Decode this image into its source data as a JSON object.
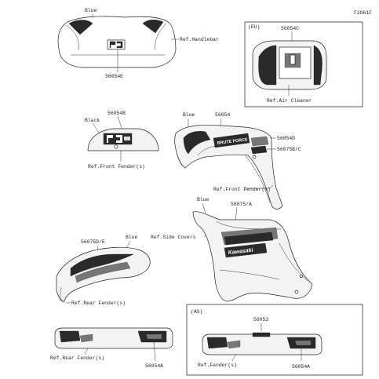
{
  "figure_code": "F2861F",
  "eu_box": {
    "tag": "(EU)",
    "part": "56054C",
    "ref": "Ref.Air Cleaner"
  },
  "as_box": {
    "tag": "(AS)",
    "part": "56052",
    "ref": "Ref.Fender(s)",
    "part2": "56054A"
  },
  "handlebar": {
    "color": "Blue",
    "ref": "Ref.Handlebar",
    "part": "56054E"
  },
  "front_center": {
    "part": "56054B",
    "color": "Black",
    "ref": "Ref.Front Fender(s)"
  },
  "front_side": {
    "color": "Blue",
    "part": "56054",
    "part_d": "56054D",
    "part_bc": "56075B/C",
    "ref": "Ref.Front Fender(s)"
  },
  "side_cover": {
    "color": "Blue",
    "part": "56075/A",
    "ref": "Ref.Side Covers"
  },
  "rear_side": {
    "part": "56075D/E",
    "color": "Blue",
    "ref": "Ref.Rear Fender(s)"
  },
  "rear_bottom": {
    "ref": "Ref.Rear Fender(s)",
    "part": "56054A"
  },
  "decal_text": {
    "brute": "BRUTE FORCE",
    "kawasaki": "Kawasaki"
  },
  "colors": {
    "line": "#222222",
    "decal_dark": "#2a2a2a",
    "decal_mid": "#777777",
    "background": "#ffffff"
  }
}
